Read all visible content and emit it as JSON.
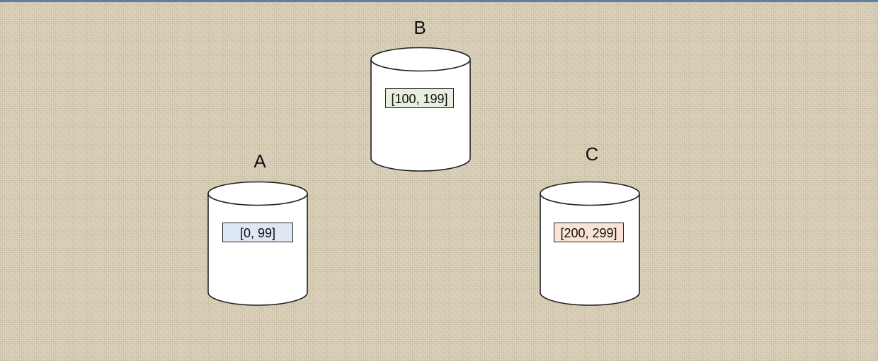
{
  "nodes": [
    {
      "label": "A",
      "range": "[0, 99]",
      "range_color": "#dde8f4"
    },
    {
      "label": "B",
      "range": "[100, 199]",
      "range_color": "#e6eedd"
    },
    {
      "label": "C",
      "range": "[200, 299]",
      "range_color": "#f9e3d6"
    }
  ],
  "colors": {
    "background": "#dcd2b9",
    "cylinder_fill": "#ffffff",
    "stroke": "#222222"
  }
}
